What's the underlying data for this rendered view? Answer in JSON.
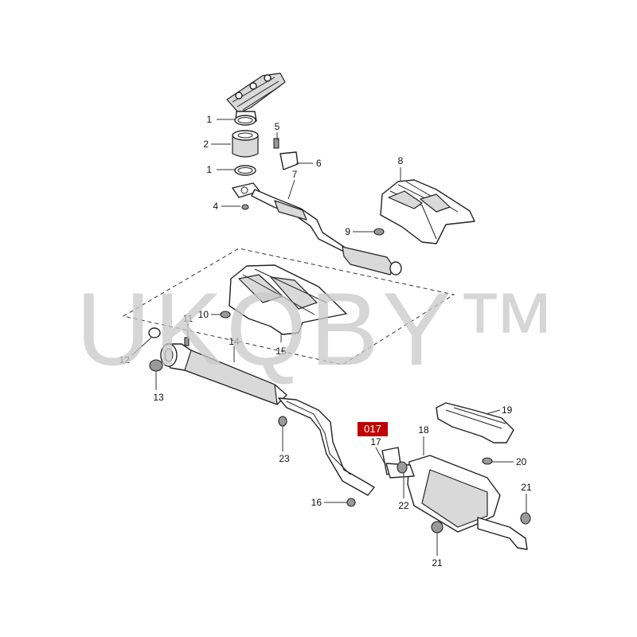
{
  "watermark": "UKQBY™",
  "highlighted_part": "017",
  "callouts": {
    "c1a": "1",
    "c1b": "1",
    "c2": "2",
    "c4": "4",
    "c5": "5",
    "c6": "6",
    "c7": "7",
    "c8": "8",
    "c9": "9",
    "c10": "10",
    "c11": "11",
    "c12": "12",
    "c13": "13",
    "c14": "14",
    "c15": "15",
    "c16": "16",
    "c17": "17",
    "c18": "18",
    "c19": "19",
    "c20": "20",
    "c21a": "21",
    "c21b": "21",
    "c22": "22",
    "c23": "23"
  }
}
